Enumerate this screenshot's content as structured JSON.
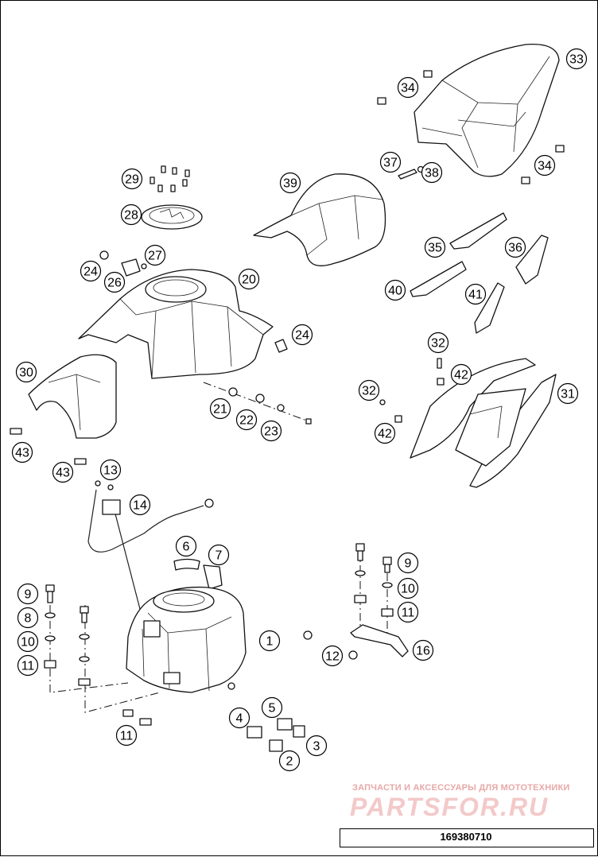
{
  "diagram": {
    "callouts": [
      "1",
      "2",
      "3",
      "4",
      "5",
      "6",
      "7",
      "8",
      "9",
      "10",
      "11",
      "12",
      "13",
      "14",
      "16",
      "20",
      "21",
      "22",
      "23",
      "24",
      "26",
      "27",
      "28",
      "29",
      "30",
      "31",
      "32",
      "33",
      "34",
      "35",
      "36",
      "37",
      "38",
      "39",
      "40",
      "41",
      "42",
      "43"
    ]
  },
  "watermark": {
    "caption": "ЗАПЧАСТИ И АКСЕССУАРЫ ДЛЯ МОТОТЕХНИКИ",
    "logo": "PARTSFOR.RU"
  },
  "footer": {
    "doc_number": "169380710"
  }
}
